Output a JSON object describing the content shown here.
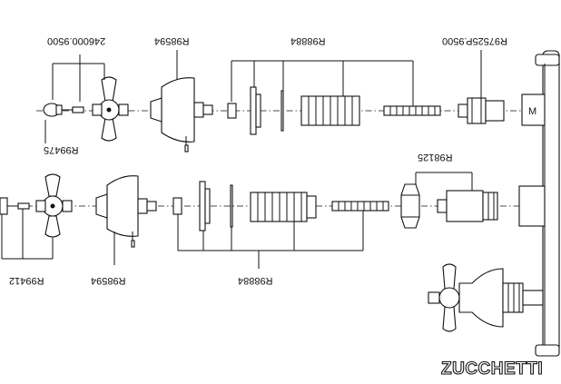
{
  "labels": {
    "top_cartridge_a": "246000.9500",
    "top_bell_cover": "R98594",
    "top_kit": "R98884",
    "top_cartridge_b": "R97525P.9500",
    "top_screw": "R99475",
    "mid_nut": "R98125",
    "bottom_screw": "R99412",
    "bottom_bell_cover": "R98594",
    "bottom_kit": "R98884"
  },
  "brand": {
    "logo_text": "ZUCCHETTI"
  }
}
